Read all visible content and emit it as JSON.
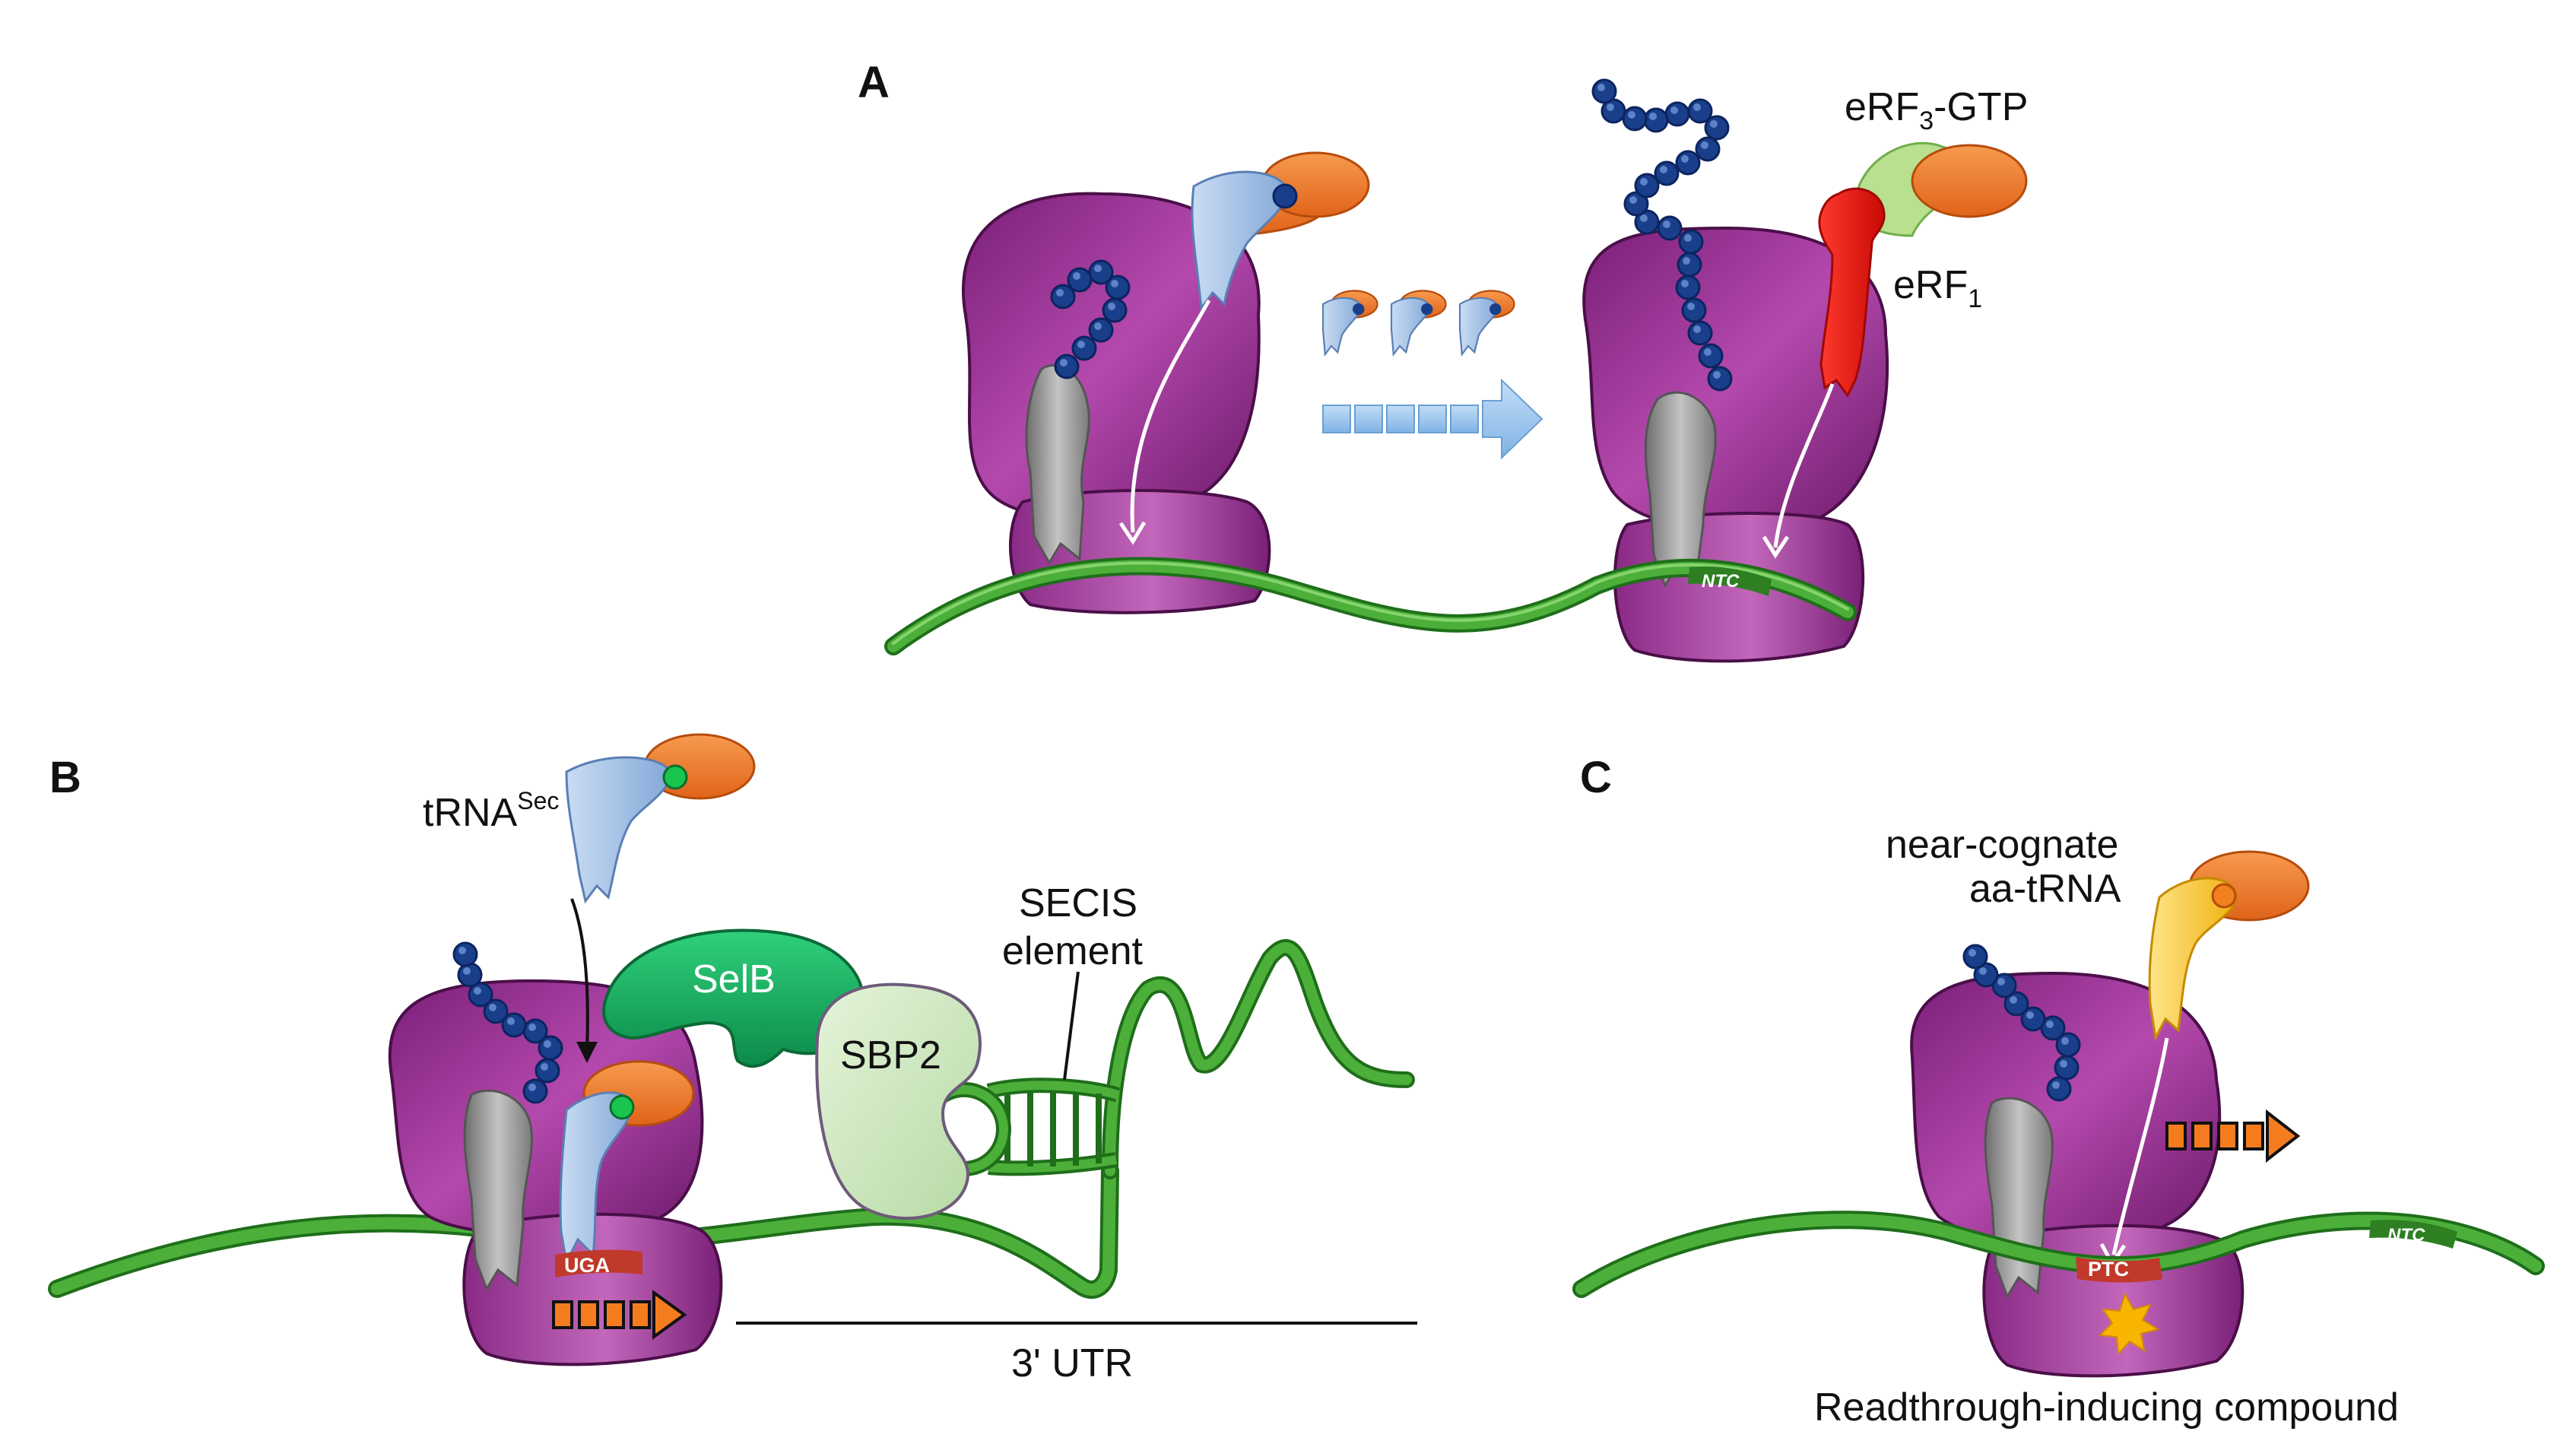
{
  "panels": {
    "a": "A",
    "b": "B",
    "c": "C"
  },
  "labels": {
    "erf3": {
      "main": "eRF",
      "sub": "3",
      "rest": "-GTP"
    },
    "erf1": {
      "main": "eRF",
      "sub": "1"
    },
    "ntc": "NTC",
    "trna_sec": {
      "main": "tRNA",
      "sup": "Sec"
    },
    "selb": "SelB",
    "sbp2": "SBP2",
    "secis_line1": "SECIS",
    "secis_line2": "element",
    "uga": "UGA",
    "utr": "3' UTR",
    "near_cognate_line1": "near-cognate",
    "near_cognate_line2": "aa-tRNA",
    "ptc": "PTC",
    "readthrough": "Readthrough-inducing compound"
  },
  "colors": {
    "ribosome": "#9c2f95",
    "ribosome_light": "#c05bb8",
    "mrna": "#3f9a2e",
    "mrna_dark": "#1f6e1a",
    "trna_blue": "#a9c6ea",
    "orange": "#f07a2a",
    "peptide": "#1a3f8a",
    "erf1": "#e8140c",
    "erf3": "#a6d87a",
    "selb": "#17b566",
    "sbp2": "#cde8c0",
    "near_cognate": "#f5c21a",
    "stop_codon": "#c0392b",
    "arrow_blue": "#9dc8ee",
    "star": "#f7b500"
  }
}
